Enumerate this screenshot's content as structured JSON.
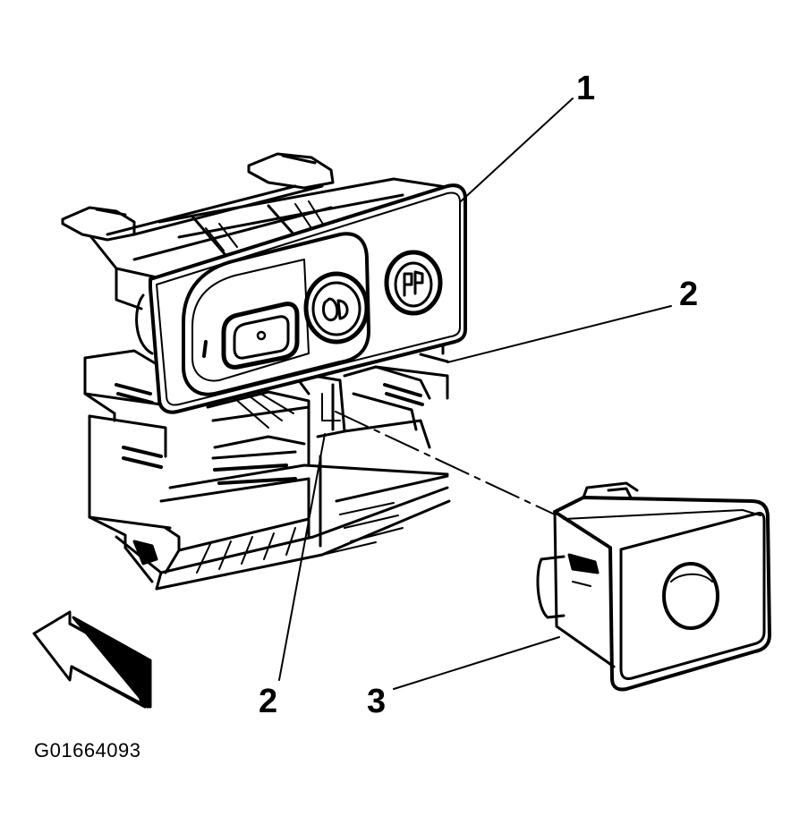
{
  "callouts": {
    "c1": "1",
    "c2_right": "2",
    "c2_bottom": "2",
    "c3": "3"
  },
  "figure_id": "G01664093",
  "colors": {
    "ink": "#000000",
    "paper": "#ffffff",
    "shade": "#9a9a9a"
  }
}
